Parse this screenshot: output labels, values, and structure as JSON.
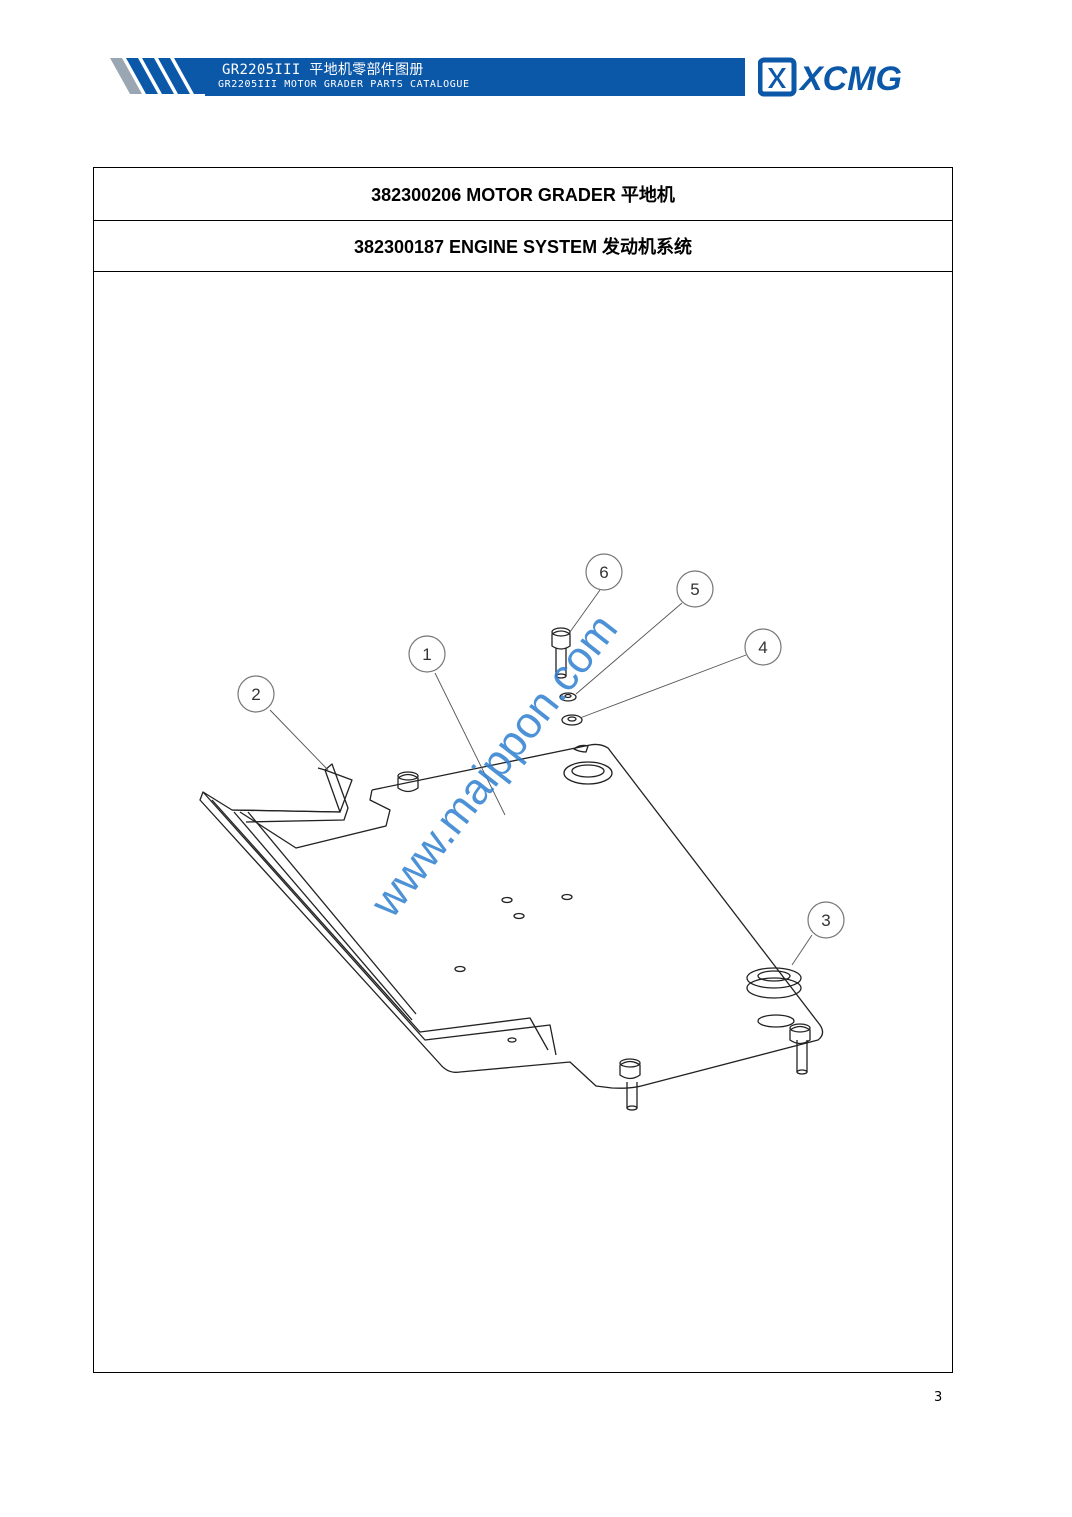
{
  "header": {
    "title_cn": "GR2205III 平地机零部件图册",
    "title_en": "GR2205III MOTOR GRADER PARTS CATALOGUE",
    "brand": "XCMG",
    "accent_color": "#0b57a8"
  },
  "table": {
    "row1": "382300206 MOTOR GRADER  平地机",
    "row2": "382300187 ENGINE SYSTEM  发动机系统"
  },
  "diagram": {
    "callouts": [
      "1",
      "2",
      "3",
      "4",
      "5",
      "6"
    ],
    "watermark": "www.maippon.com"
  },
  "page_number": "3"
}
